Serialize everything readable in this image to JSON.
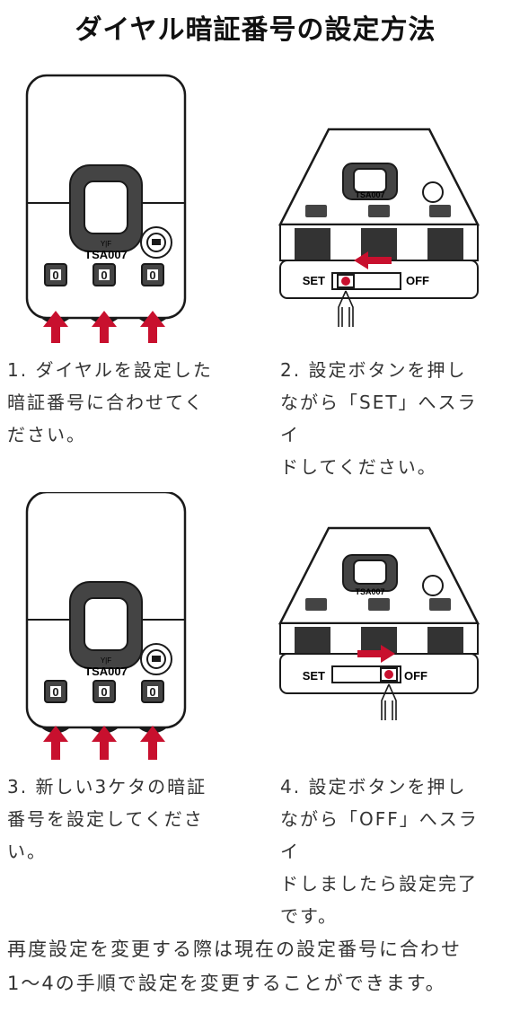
{
  "title": "ダイヤル暗証番号の設定方法",
  "lock": {
    "model": "TSA007",
    "small_logo": "Y|F",
    "dial_value": "0",
    "switch_set": "SET",
    "switch_off": "OFF"
  },
  "steps": [
    {
      "text": "1. ダイヤルを設定した\n暗証番号に合わせてく\nださい。"
    },
    {
      "text": "2.  設定ボタンを押し\nながら「SET」へスライ\nドしてください。"
    },
    {
      "text": "3. 新しい3ケタの暗証\n番号を設定してくださ\nい。"
    },
    {
      "text": "4.  設定ボタンを押し\nながら「OFF」へスライ\nドしましたら設定完了\nです。"
    }
  ],
  "note": "再度設定を変更する際は現在の設定番号に合わせ\n1〜4の手順で設定を変更することができます。",
  "colors": {
    "arrow": "#c8102e",
    "line": "#1a1a1a",
    "fill": "#444444"
  }
}
